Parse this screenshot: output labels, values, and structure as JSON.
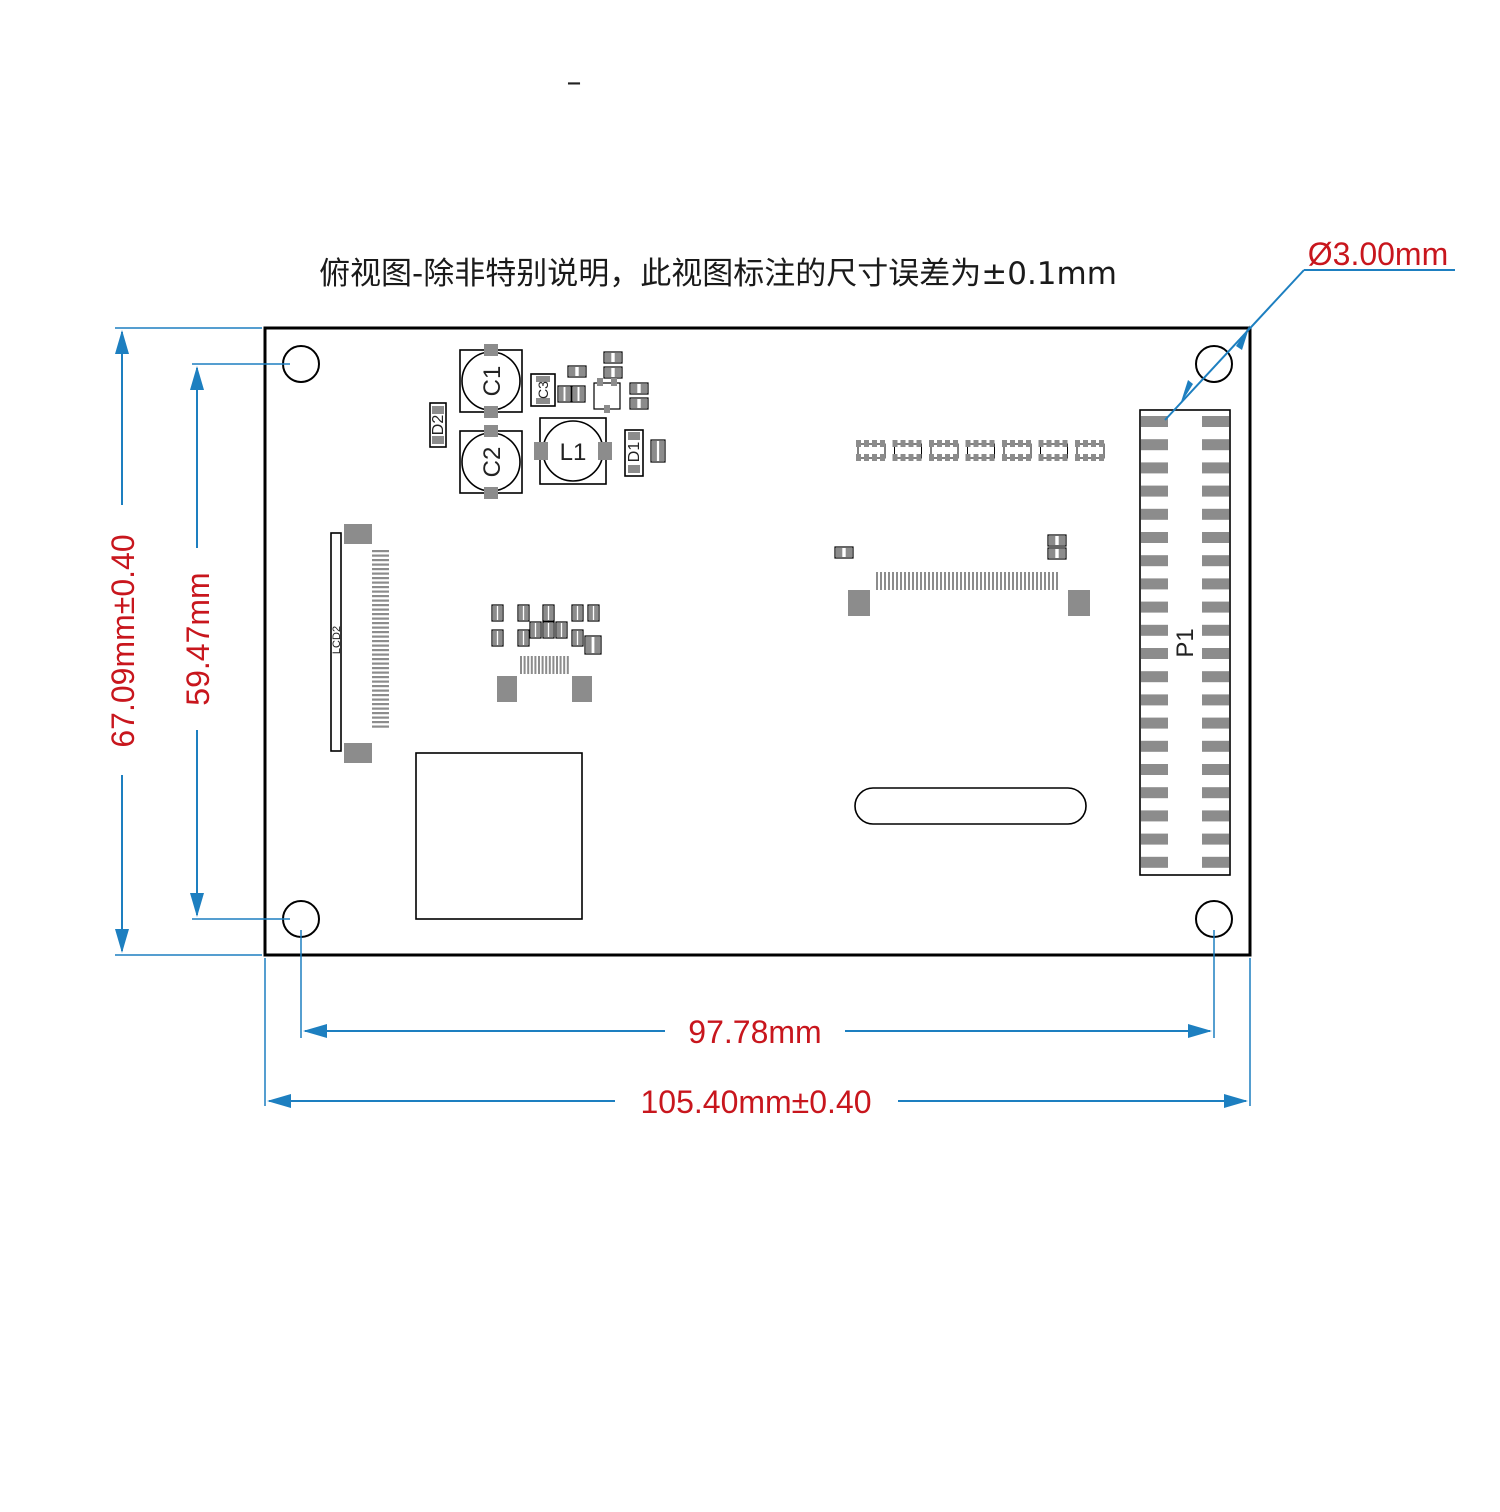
{
  "title": "俯视图-除非特别说明，此视图标注的尺寸误差为±0.1mm",
  "top_mark": "–",
  "dimensions": {
    "hole_diameter": "Ø3.00mm",
    "board_height": "67.09mm±0.40",
    "hole_pitch_vertical": "59.47mm",
    "hole_pitch_horizontal": "97.78mm",
    "board_width": "105.40mm±0.40"
  },
  "silkscreen": {
    "c1": "C1",
    "c2": "C2",
    "c3": "C3",
    "l1": "L1",
    "d1": "D1",
    "d2": "D2",
    "p1": "P1",
    "lcd": "LCD2"
  },
  "colors": {
    "dimension_text": "#c8161d",
    "dimension_line": "#1d7fc0",
    "pad": "#8c8c8c",
    "outline": "#000000"
  }
}
